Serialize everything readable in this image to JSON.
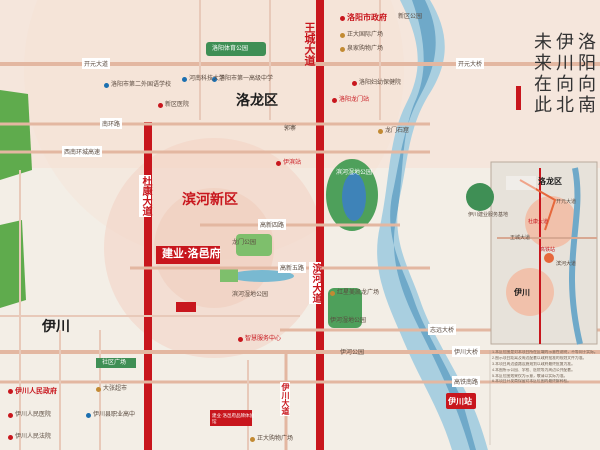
{
  "districts": {
    "luolong": "洛龙区",
    "binhe": "滨河新区",
    "yichuan": "伊川"
  },
  "roads": {
    "wangcheng": "王城大道",
    "dukang": "杜康大道",
    "binhe_ave": "滨河大道",
    "kaiyuan_left": "开元大道",
    "kaiyuan_right": "开元大桥",
    "nanhuan": "南环路",
    "xinan_ring": "西南环城高速",
    "gaoxin4": "高新四路",
    "gaoxin5": "高新五路",
    "zhiyuan_bridge": "志远大桥",
    "yichuan_bridge": "伊川大桥",
    "yichuan_ave": "伊川大道",
    "gaozhu": "高铁南路"
  },
  "landmarks": {
    "city_gov": "洛阳市政府",
    "xinqu_park": "新区公园",
    "zhengda": "正大国际广场",
    "quanxin": "泉家购物广场",
    "luoyang_women": "洛阳妇幼保健院",
    "luolong_gate": "洛阳龙门站",
    "longmen_grotto": "龙门石窟",
    "luoyang_sports": "洛阳体育公园",
    "no2_school": "洛阳市第二外国语学校",
    "no1_high": "洛阳市第一高级中学",
    "henan_tech": "河南科技大学",
    "xinqu_hospital": "新区医院",
    "guowo": "郭寨",
    "binhe_park": "滨河湿地公园",
    "yi_park": "伊河湿地公园",
    "yibin_station": "伊滨站",
    "yichuan_station": "伊川站",
    "yichuan_gov": "伊川人民政府",
    "yichuan_hospital": "伊川人民医院",
    "yichuan_court": "伊川人民法院",
    "yichuan_tech": "伊川县职业高中",
    "yichuan_fund": "伊川建业服务基地",
    "hongjing_plaza": "红星美凯龙广场",
    "dadong": "大张超市",
    "zhengquan_mall": "正大购物广场",
    "shegong": "社区广场",
    "longmen_park": "龙门公园",
    "binhe_wetland": "滨河湿地公园",
    "yihe_park": "伊河公园"
  },
  "project": {
    "name": "建业·洛邑府",
    "center": "建业·洛邑府品牌体验馆",
    "service": "智慧服务中心"
  },
  "poem": {
    "col1": "洛阳向南",
    "col2": "伊川向北",
    "col3": "未来在此"
  },
  "inset": {
    "luolong": "洛龙区",
    "yichuan": "伊川",
    "gaotie": "高铁站",
    "dukang": "杜康大道",
    "binhe": "滨河大道",
    "kaiyuan": "开元大道",
    "wangcheng": "王城大道"
  },
  "notes": [
    "1.本区位图是对本项目所在区域的示意性说明，不等同于实际。",
    "2.图示项目距离及周边配套以政府批准的规划文件为准。",
    "3.本项目周边道路设施规划以政府最终批复为准。",
    "4.本图所示公园、学校、医院等为周边公共配套。",
    "5.本区位图效果仅为示意，敬请以实际为准。",
    "6.本项目开发商保留对本区位图的最终解释权。"
  ]
}
